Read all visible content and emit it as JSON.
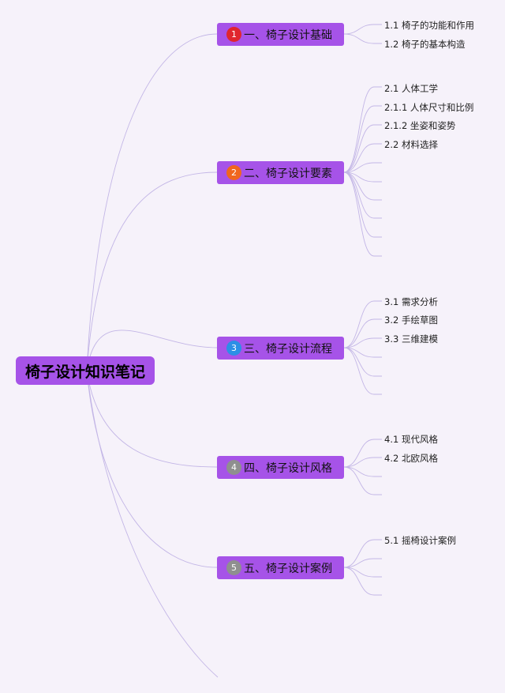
{
  "root": {
    "title": "椅子设计知识笔记"
  },
  "colors": {
    "node_fill": "#a653e8",
    "line": "#c3b6e6",
    "background": "#f6f2fa"
  },
  "branches": [
    {
      "label": "一、椅子设计基础",
      "badge": "1",
      "badge_color": "#e0262e",
      "leaves": [
        "1.1 椅子的功能和作用",
        "1.2 椅子的基本构造"
      ]
    },
    {
      "label": "二、椅子设计要素",
      "badge": "2",
      "badge_color": "#f0661e",
      "leaves": [
        "2.1 人体工学",
        "2.1.1 人体尺寸和比例",
        "2.1.2 坐姿和姿势",
        "2.2 材料选择"
      ]
    },
    {
      "label": "三、椅子设计流程",
      "badge": "3",
      "badge_color": "#2b8fe6",
      "leaves": [
        "3.1 需求分析",
        "3.2 手绘草图",
        "3.3 三维建模"
      ]
    },
    {
      "label": "四、椅子设计风格",
      "badge": "4",
      "badge_color": "#8f8f8f",
      "leaves": [
        "4.1 现代风格",
        "4.2 北欧风格"
      ]
    },
    {
      "label": "五、椅子设计案例",
      "badge": "5",
      "badge_color": "#8f8f8f",
      "leaves": [
        "5.1 摇椅设计案例"
      ]
    }
  ]
}
